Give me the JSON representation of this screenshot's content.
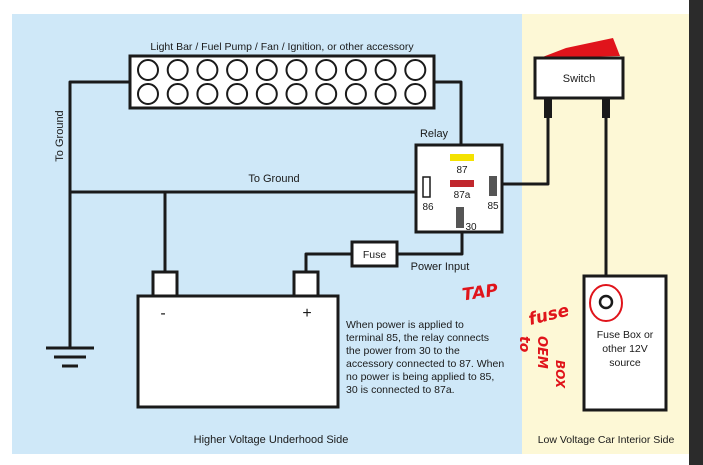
{
  "diagram": {
    "accessory_label": "Light Bar / Fuel Pump / Fan / Ignition, or other accessory",
    "to_ground_vertical": "To Ground",
    "to_ground_horizontal": "To Ground",
    "relay_title": "Relay",
    "pin_87": "87",
    "pin_87a": "87a",
    "pin_86": "86",
    "pin_85": "85",
    "pin_30": "30",
    "fuse_label": "Fuse",
    "power_input": "Power Input",
    "switch_label": "Switch",
    "battery_minus": "-",
    "battery_plus": "+",
    "explanation_lines": [
      "When power is applied to",
      "terminal 85, the relay connects",
      "the power from 30 to the",
      "accessory connected to 87. When",
      "no power is being applied to 85,",
      "30 is connected to 87a."
    ],
    "fuse_box_lines": [
      "Fuse Box or",
      "other 12V",
      "source"
    ],
    "left_zone_label": "Higher Voltage Underhood Side",
    "right_zone_label": "Low Voltage Car Interior Side",
    "handwritten_lines": [
      "TAP",
      "fuse",
      "to",
      "OEM",
      "BOX"
    ]
  },
  "colors": {
    "left_zone": "#cfe8f8",
    "right_zone": "#fdf8d6",
    "wire": "#1a1a1a",
    "yellow_pin": "#f4e200",
    "red_pin": "#c1272d",
    "switch_rocker": "#e0141b",
    "handwriting": "#e0141b"
  }
}
